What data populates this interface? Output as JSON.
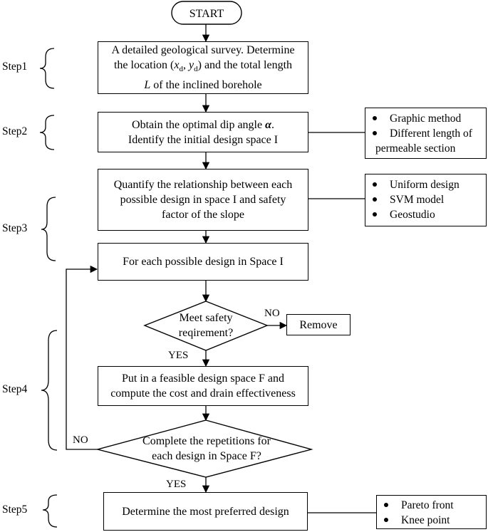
{
  "start": {
    "label": "START"
  },
  "steps": {
    "step1": "Step1",
    "step2": "Step2",
    "step3": "Step3",
    "step4": "Step4",
    "step5": "Step5"
  },
  "boxes": {
    "survey": {
      "line1": "A detailed geological survey. Determine",
      "line2_a": "the location (",
      "line2_xd": "x",
      "line2_xd_sub": "d",
      "line2_sep": ", ",
      "line2_yd": "y",
      "line2_yd_sub": "d",
      "line2_b": ") and the total length",
      "line3_L": "L",
      "line3_rest": " of the inclined borehole"
    },
    "dip_angle": {
      "line1_a": "Obtain the optimal dip angle ",
      "line1_alpha": "α",
      "line1_b": ".",
      "line2": "Identify the initial design space I"
    },
    "quantify": {
      "line1": "Quantify the relationship between each",
      "line2": "possible design in space I and safety",
      "line3": "factor of the slope"
    },
    "for_each": {
      "line1": "For each possible design in Space I"
    },
    "feasible": {
      "line1": "Put in a feasible design space F and",
      "line2": "compute the cost and drain effectiveness"
    },
    "preferred": {
      "line1": "Determine the most preferred design"
    },
    "remove": {
      "line1": "Remove"
    }
  },
  "decisions": {
    "safety": {
      "line1": "Meet safety",
      "line2": "reqirement?"
    },
    "complete": {
      "line1": "Complete the repetitions for",
      "line2": "each design in Space F?"
    }
  },
  "flow_labels": {
    "safety_no": "NO",
    "safety_yes": "YES",
    "complete_no": "NO",
    "complete_yes": "YES"
  },
  "side_notes": {
    "step2": {
      "items": [
        "Graphic method",
        "Different length of",
        "permeable section"
      ]
    },
    "step3": {
      "items": [
        "Uniform design",
        "SVM model",
        "Geostudio"
      ]
    },
    "step5": {
      "items": [
        "Pareto front",
        "Knee point"
      ]
    }
  }
}
